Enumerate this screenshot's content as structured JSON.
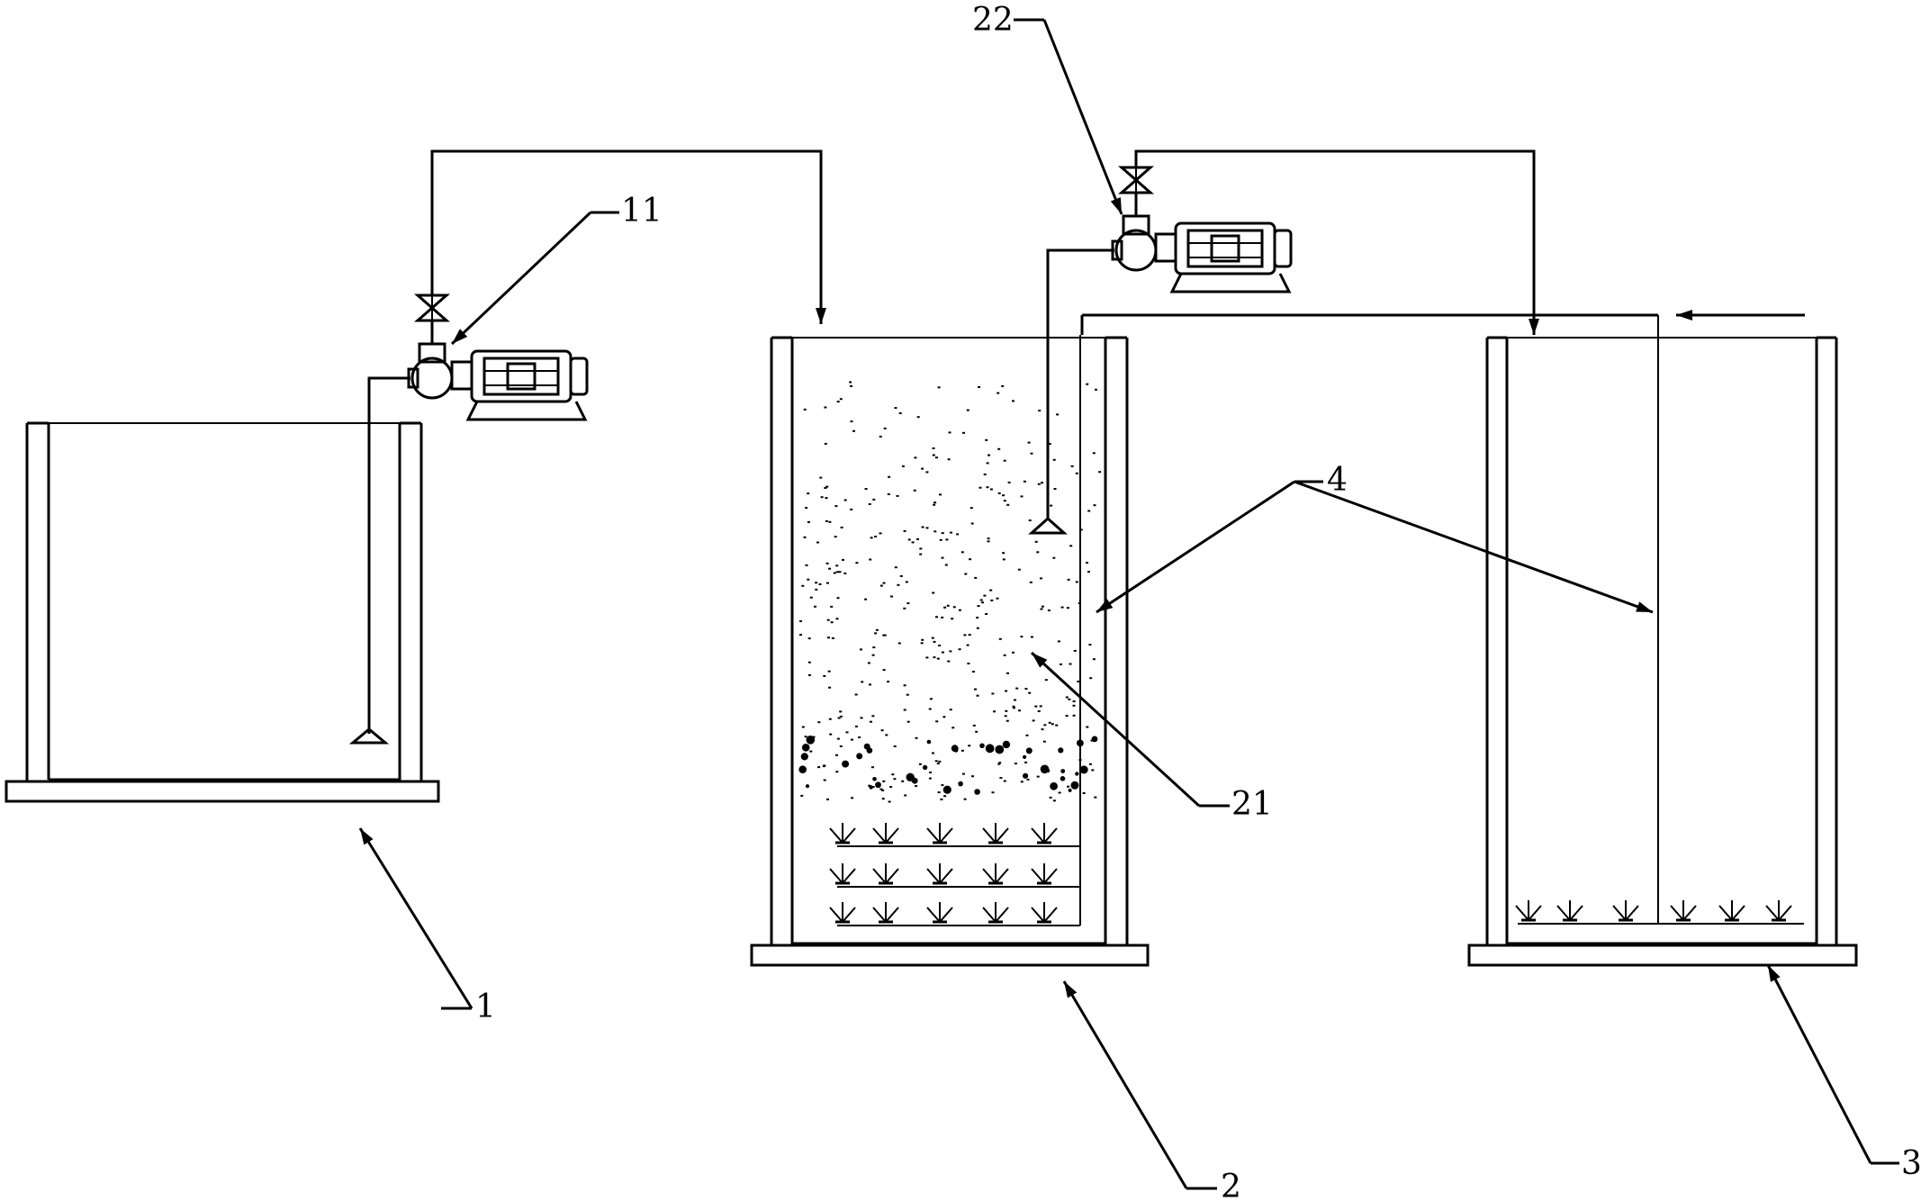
{
  "labels": {
    "tank1": "1",
    "pump11": "11",
    "tank2": "2",
    "media21": "21",
    "pump22": "22",
    "tank3": "3",
    "pipe4": "4"
  },
  "colors": {
    "line": "#000000",
    "background": "#ffffff"
  }
}
